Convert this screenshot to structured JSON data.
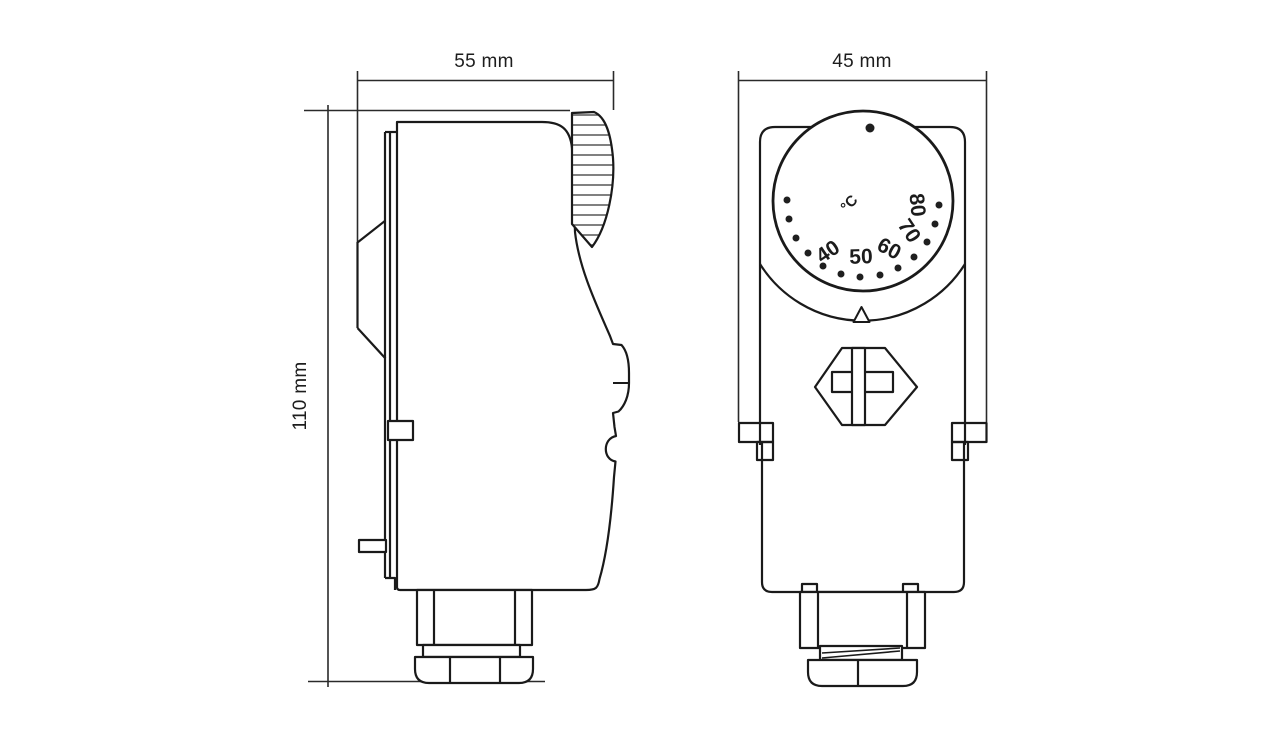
{
  "drawing": {
    "type": "technical-dimension-drawing",
    "subject": "pipe contact thermostat, two orthographic views",
    "background": "#ffffff",
    "line_color": "#1a1a1a",
    "views": {
      "side": {
        "name": "side view",
        "width_dimension": "55 mm",
        "height_dimension": "110 mm"
      },
      "front": {
        "name": "front view",
        "width_dimension": "45 mm"
      }
    },
    "dial": {
      "unit": "°C",
      "scale_labels": [
        "40",
        "50",
        "60",
        "70",
        "80"
      ],
      "tick_dot_count": 13,
      "indicator": "dot",
      "pointer": "triangle"
    }
  }
}
